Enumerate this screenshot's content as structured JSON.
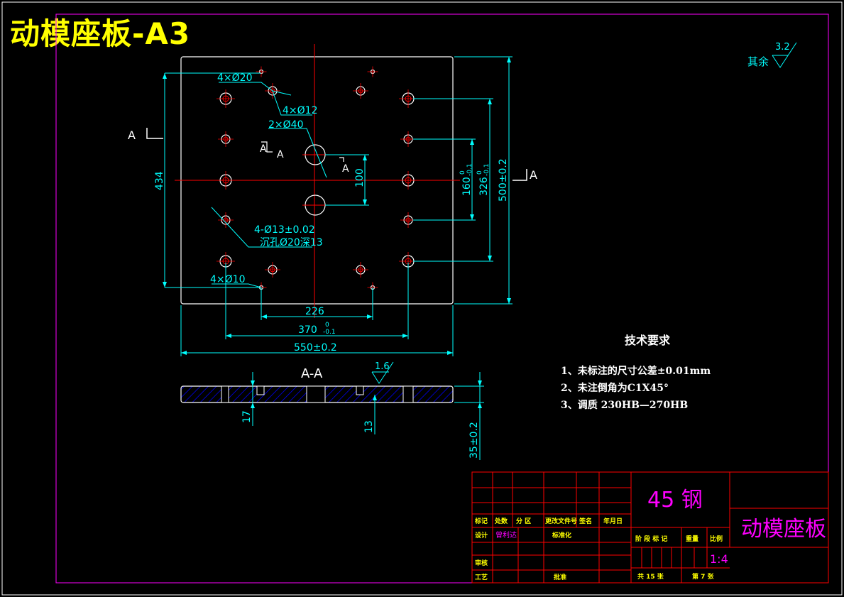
{
  "drawing_title": "动模座板-A3",
  "plan_view": {
    "section_mark_left": "A",
    "section_mark_right": "A",
    "section_mark_hole": "A",
    "section_mark_center": "A",
    "callouts": {
      "holes_20": "4×Ø20",
      "holes_12": "4×Ø12",
      "holes_40": "2×Ø40",
      "holes_13": "4-Ø13±0.02",
      "counterbore": "沉孔Ø20深13",
      "holes_10": "4×Ø10"
    },
    "dims": {
      "height_434": "434",
      "spacing_100": "100",
      "dim_160": "160",
      "dim_160_tol_upper": "0",
      "dim_160_tol_lower": "-0.1",
      "dim_326": "326",
      "dim_326_tol_upper": "0",
      "dim_326_tol_lower": "-0.1",
      "dim_500": "500±0.2",
      "dim_226": "226",
      "dim_370": "370",
      "dim_370_tol_upper": "0",
      "dim_370_tol_lower": "-0.1",
      "dim_550": "550±0.2"
    }
  },
  "section_view": {
    "label": "A-A",
    "roughness": "1.6",
    "dim_17": "17",
    "dim_13": "13",
    "dim_35": "35±0.2"
  },
  "surface_finish": {
    "prefix": "其余",
    "value": "3.2"
  },
  "tech_requirements": {
    "title": "技术要求",
    "items": [
      "1、未标注的尺寸公差±0.01mm",
      "2、未注倒角为C1X45°",
      "3、调质  230HB—270HB"
    ]
  },
  "title_block": {
    "material": "45 钢",
    "part_name": "动模座板",
    "headers": [
      "标记",
      "处数",
      "分 区",
      "更改文件号",
      "签名",
      "年月日"
    ],
    "design_label": "设计",
    "designer": "曾利达",
    "standardize_label": "标准化",
    "review_label": "审核",
    "process_label": "工艺",
    "approve_label": "批准",
    "stage_label": "阶 段 标 记",
    "weight_label": "重量",
    "scale_label": "比例",
    "scale_value": "1:4",
    "sheets_total": "共 15 张",
    "sheet_number": "第 7 张"
  },
  "colors": {
    "frame": "#ff00ff",
    "outline": "#ffffff",
    "dimension": "#00ffff",
    "centerline": "#ff0000",
    "title": "#ffff00",
    "hatch": "#0000ff",
    "table": "#ff0000",
    "table_text": "#ffff00"
  }
}
